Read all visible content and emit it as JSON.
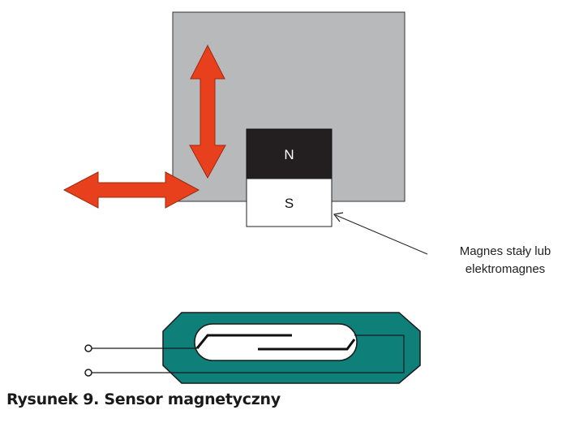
{
  "magnet": {
    "north_label": "N",
    "south_label": "S"
  },
  "callout": {
    "line1": "Magnes stały lub",
    "line2": "elektromagnes"
  },
  "caption": "Rysunek 9. Sensor magnetyczny",
  "colors": {
    "plate": "#b8b9bb",
    "arrow": "#e8401c",
    "north": "#231f20",
    "south": "#ffffff",
    "housing": "#0f7f79",
    "outline": "#222222"
  }
}
